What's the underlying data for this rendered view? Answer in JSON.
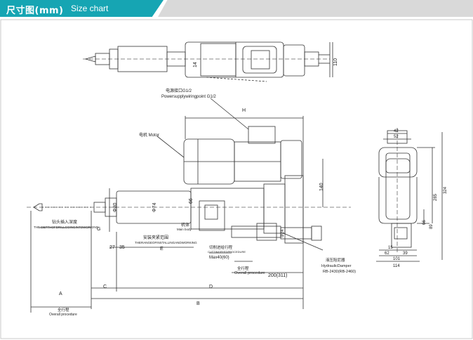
{
  "header": {
    "title_cn": "尺寸图(mm)",
    "title_en": "Size chart"
  },
  "top_view": {
    "dim_14": "14",
    "dim_110": "110"
  },
  "side_view": {
    "power_supply_cn": "电源接口G1/2",
    "power_supply_en": "Powersupplywiringpoint G1/2",
    "motor_label": "电机 Motor",
    "dim_H": "H",
    "dim_140": "140",
    "dim_66": "66",
    "dim_phi74": "Φ74",
    "dim_phi80": "Φ80",
    "dim_phi24": "Φ24",
    "drill_depth_cn": "钻头插入深度",
    "drill_depth_en": "THE DEPTHOFDRILLGOINGINTOWORKING",
    "dim_G": "G",
    "dim_27": "27",
    "dim_35": "35",
    "dim_E": "E",
    "install_range_cn": "安装夹紧范围",
    "install_range_en": "THERANGEOFINSTALLINGANDWORKING",
    "body_label": "机体",
    "body_label_en": "Main body",
    "cut_stroke_cn": "切削进给行程",
    "cut_stroke_en": "CUTTINGFEEDPROCEDURE",
    "cut_stroke_val": "Max40(60)",
    "overall_proc_cn": "全行程",
    "overall_proc_en": "Overall procedure",
    "dim_200": "200(311)",
    "damper_cn": "液压阻尼器",
    "damper_en": "HydraulicDamper",
    "damper_val": "RB-2430(RB-2460)",
    "dim_C": "C",
    "dim_D": "D",
    "dim_A": "A",
    "dim_B": "B",
    "overall_cn": "全行程",
    "overall_en": "Overall procedure"
  },
  "end_view": {
    "dim_42": "42",
    "dim_52": "52",
    "dim_285": "285",
    "dim_324": "324",
    "dim_66": "66",
    "dim_89": "89",
    "dim_15": "15",
    "dim_62": "62",
    "dim_39": "39",
    "dim_101": "101",
    "dim_114": "114"
  }
}
